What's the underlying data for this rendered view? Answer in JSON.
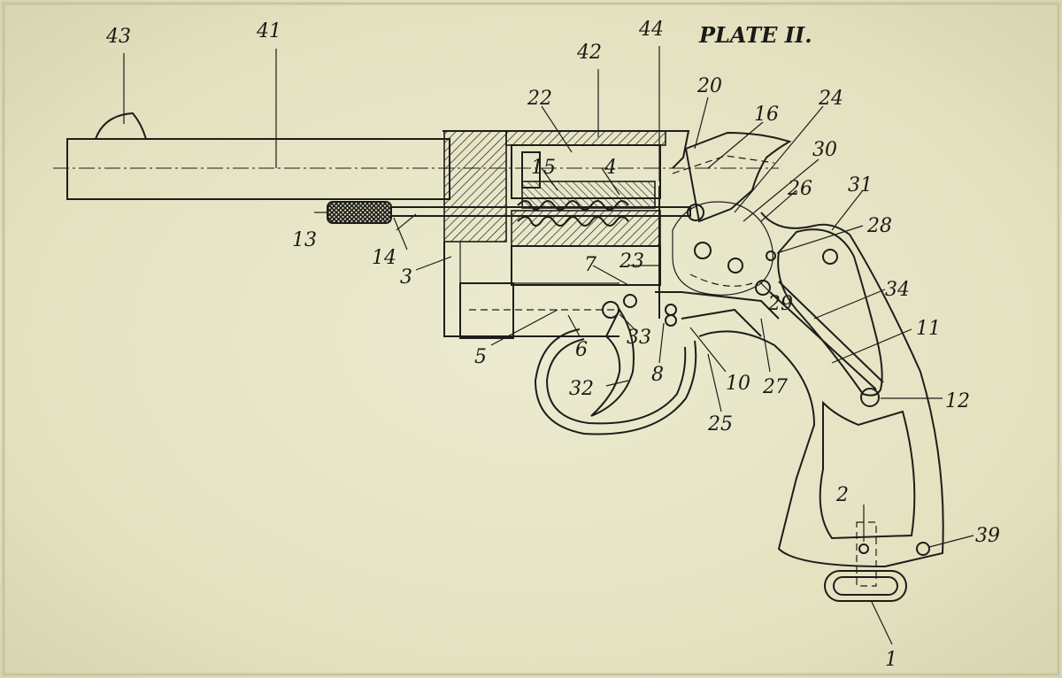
{
  "plate_title": "PLATE II.",
  "callouts": [
    "43",
    "41",
    "42",
    "44",
    "22",
    "20",
    "16",
    "24",
    "30",
    "15",
    "4",
    "26",
    "31",
    "28",
    "13",
    "14",
    "3",
    "23",
    "7",
    "34",
    "29",
    "11",
    "5",
    "6",
    "33",
    "8",
    "10",
    "27",
    "12",
    "32",
    "25",
    "2",
    "39",
    "1"
  ],
  "colors": {
    "paper": "#e6e3c3",
    "ink": "#1d1d1a"
  }
}
